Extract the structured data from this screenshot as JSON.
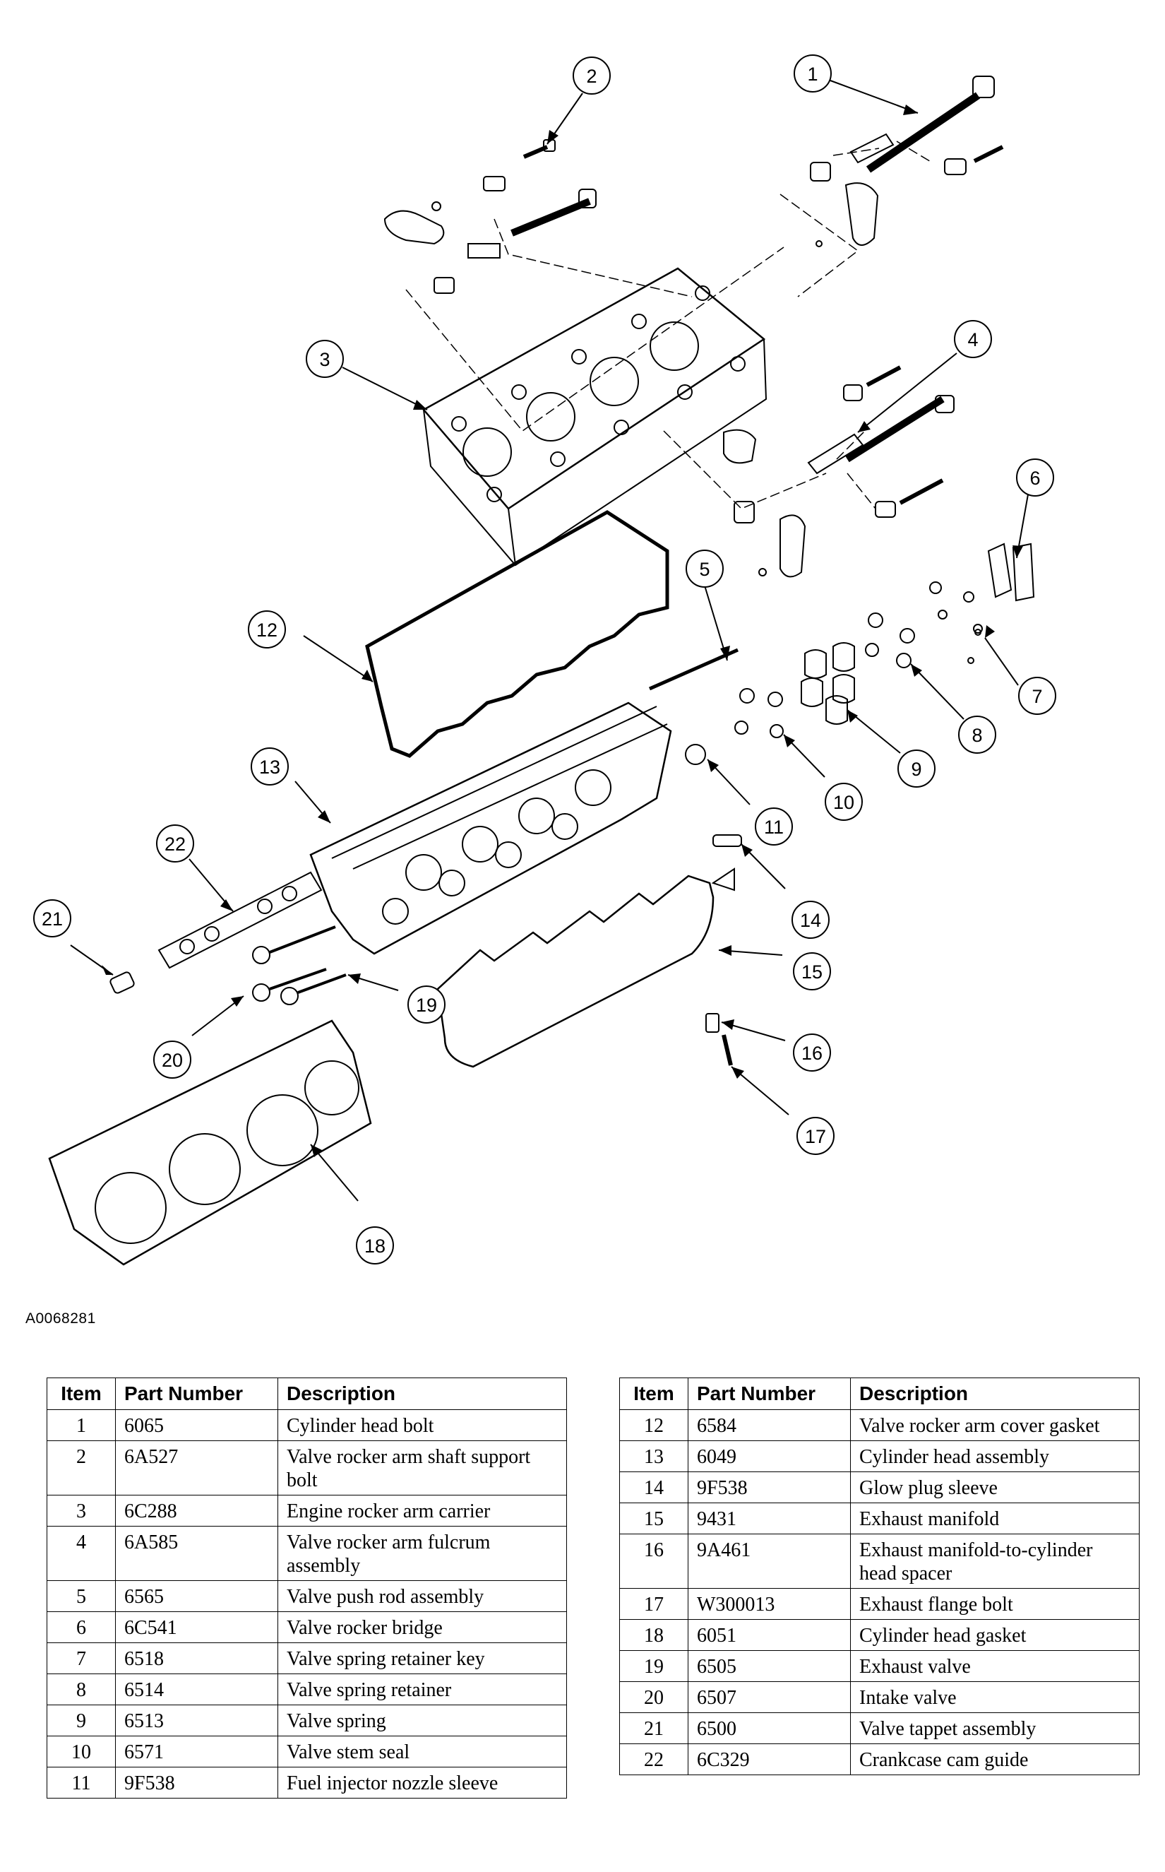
{
  "figure_id": "A0068281",
  "callouts": [
    "1",
    "2",
    "3",
    "4",
    "5",
    "6",
    "7",
    "8",
    "9",
    "10",
    "11",
    "12",
    "13",
    "14",
    "15",
    "16",
    "17",
    "18",
    "19",
    "20",
    "21",
    "22"
  ],
  "table_headers": {
    "item": "Item",
    "part_number": "Part Number",
    "description": "Description"
  },
  "parts_left": [
    {
      "item": "1",
      "part_number": "6065",
      "description": "Cylinder head bolt"
    },
    {
      "item": "2",
      "part_number": "6A527",
      "description": "Valve rocker arm shaft support bolt"
    },
    {
      "item": "3",
      "part_number": "6C288",
      "description": "Engine rocker arm carrier"
    },
    {
      "item": "4",
      "part_number": "6A585",
      "description": "Valve rocker arm fulcrum assembly"
    },
    {
      "item": "5",
      "part_number": "6565",
      "description": "Valve push rod assembly"
    },
    {
      "item": "6",
      "part_number": "6C541",
      "description": "Valve rocker bridge"
    },
    {
      "item": "7",
      "part_number": "6518",
      "description": "Valve spring retainer key"
    },
    {
      "item": "8",
      "part_number": "6514",
      "description": "Valve spring retainer"
    },
    {
      "item": "9",
      "part_number": "6513",
      "description": "Valve spring"
    },
    {
      "item": "10",
      "part_number": "6571",
      "description": "Valve stem seal"
    },
    {
      "item": "11",
      "part_number": "9F538",
      "description": "Fuel injector nozzle sleeve"
    }
  ],
  "parts_right": [
    {
      "item": "12",
      "part_number": "6584",
      "description": "Valve rocker arm cover gasket"
    },
    {
      "item": "13",
      "part_number": "6049",
      "description": "Cylinder head assembly"
    },
    {
      "item": "14",
      "part_number": "9F538",
      "description": "Glow plug sleeve"
    },
    {
      "item": "15",
      "part_number": "9431",
      "description": "Exhaust manifold"
    },
    {
      "item": "16",
      "part_number": "9A461",
      "description": "Exhaust manifold-to-cylinder head spacer"
    },
    {
      "item": "17",
      "part_number": "W300013",
      "description": "Exhaust flange bolt"
    },
    {
      "item": "18",
      "part_number": "6051",
      "description": "Cylinder head gasket"
    },
    {
      "item": "19",
      "part_number": "6505",
      "description": "Exhaust valve"
    },
    {
      "item": "20",
      "part_number": "6507",
      "description": "Intake valve"
    },
    {
      "item": "21",
      "part_number": "6500",
      "description": "Valve tappet assembly"
    },
    {
      "item": "22",
      "part_number": "6C329",
      "description": "Crankcase cam guide"
    }
  ]
}
